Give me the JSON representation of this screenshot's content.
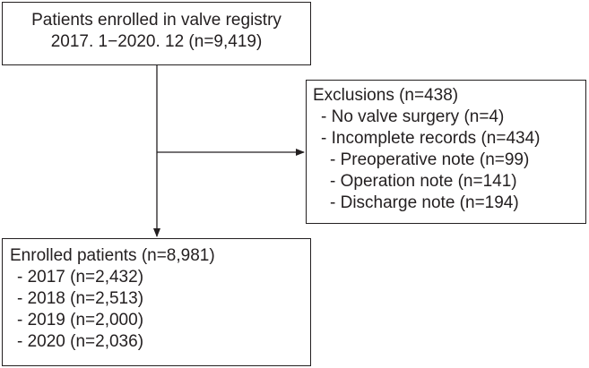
{
  "registry": {
    "line1": "Patients enrolled in valve registry",
    "line2": "2017. 1−2020. 12 (n=9,419)"
  },
  "exclusions": {
    "title": "Exclusions (n=438)",
    "items": [
      "- No valve surgery (n=4)",
      "- Incomplete records (n=434)"
    ],
    "subitems": [
      "- Preoperative note (n=99)",
      "- Operation note (n=141)",
      "- Discharge note (n=194)"
    ]
  },
  "enrolled": {
    "title": "Enrolled patients (n=8,981)",
    "years": [
      "- 2017 (n=2,432)",
      "- 2018 (n=2,513)",
      "- 2019 (n=2,000)",
      "- 2020 (n=2,036)"
    ]
  }
}
